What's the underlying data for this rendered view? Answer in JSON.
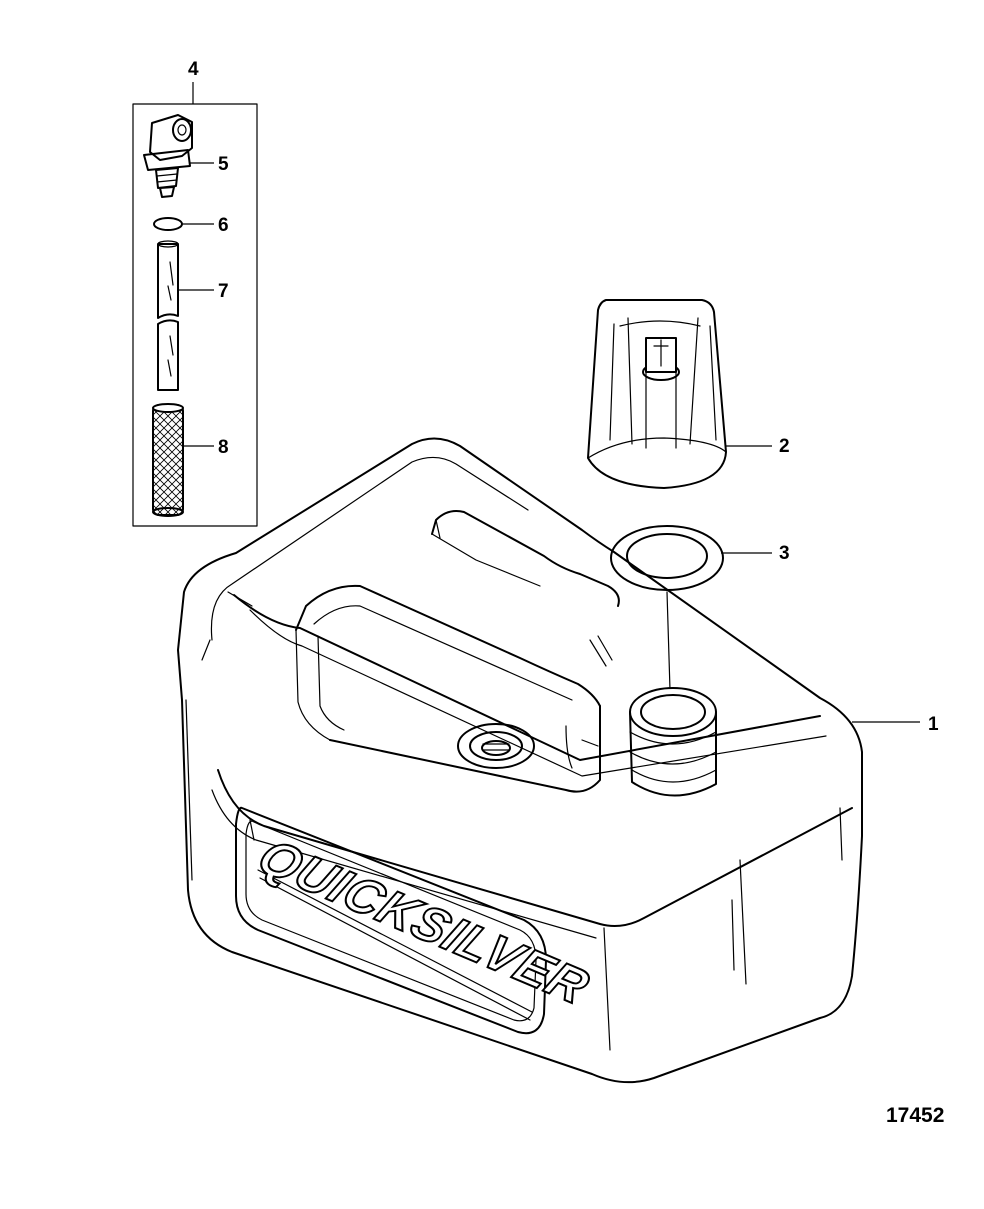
{
  "figure_number": "17452",
  "callouts": [
    "1",
    "2",
    "3",
    "4",
    "5",
    "6",
    "7",
    "8"
  ],
  "brand_logo_text": "QUICKSILVER",
  "colors": {
    "line": "#000000",
    "background": "#ffffff"
  }
}
